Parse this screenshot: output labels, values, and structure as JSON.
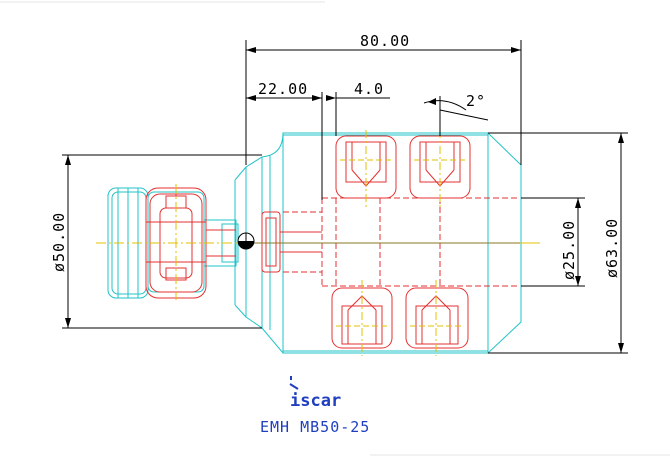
{
  "dimensions": {
    "overall_length": "80.00",
    "shank_length": "22.00",
    "pocket_width": "4.0",
    "angle": "2°",
    "shank_diameter": "ø50.00",
    "bore_diameter": "ø25.00",
    "body_diameter": "ø63.00"
  },
  "logo": {
    "text": "iscar"
  },
  "model": "EMH MB50-25",
  "colors": {
    "outline": "#22c3c8",
    "hidden": "#e53030",
    "dimension": "#000000",
    "brand": "#1f3fbf"
  }
}
